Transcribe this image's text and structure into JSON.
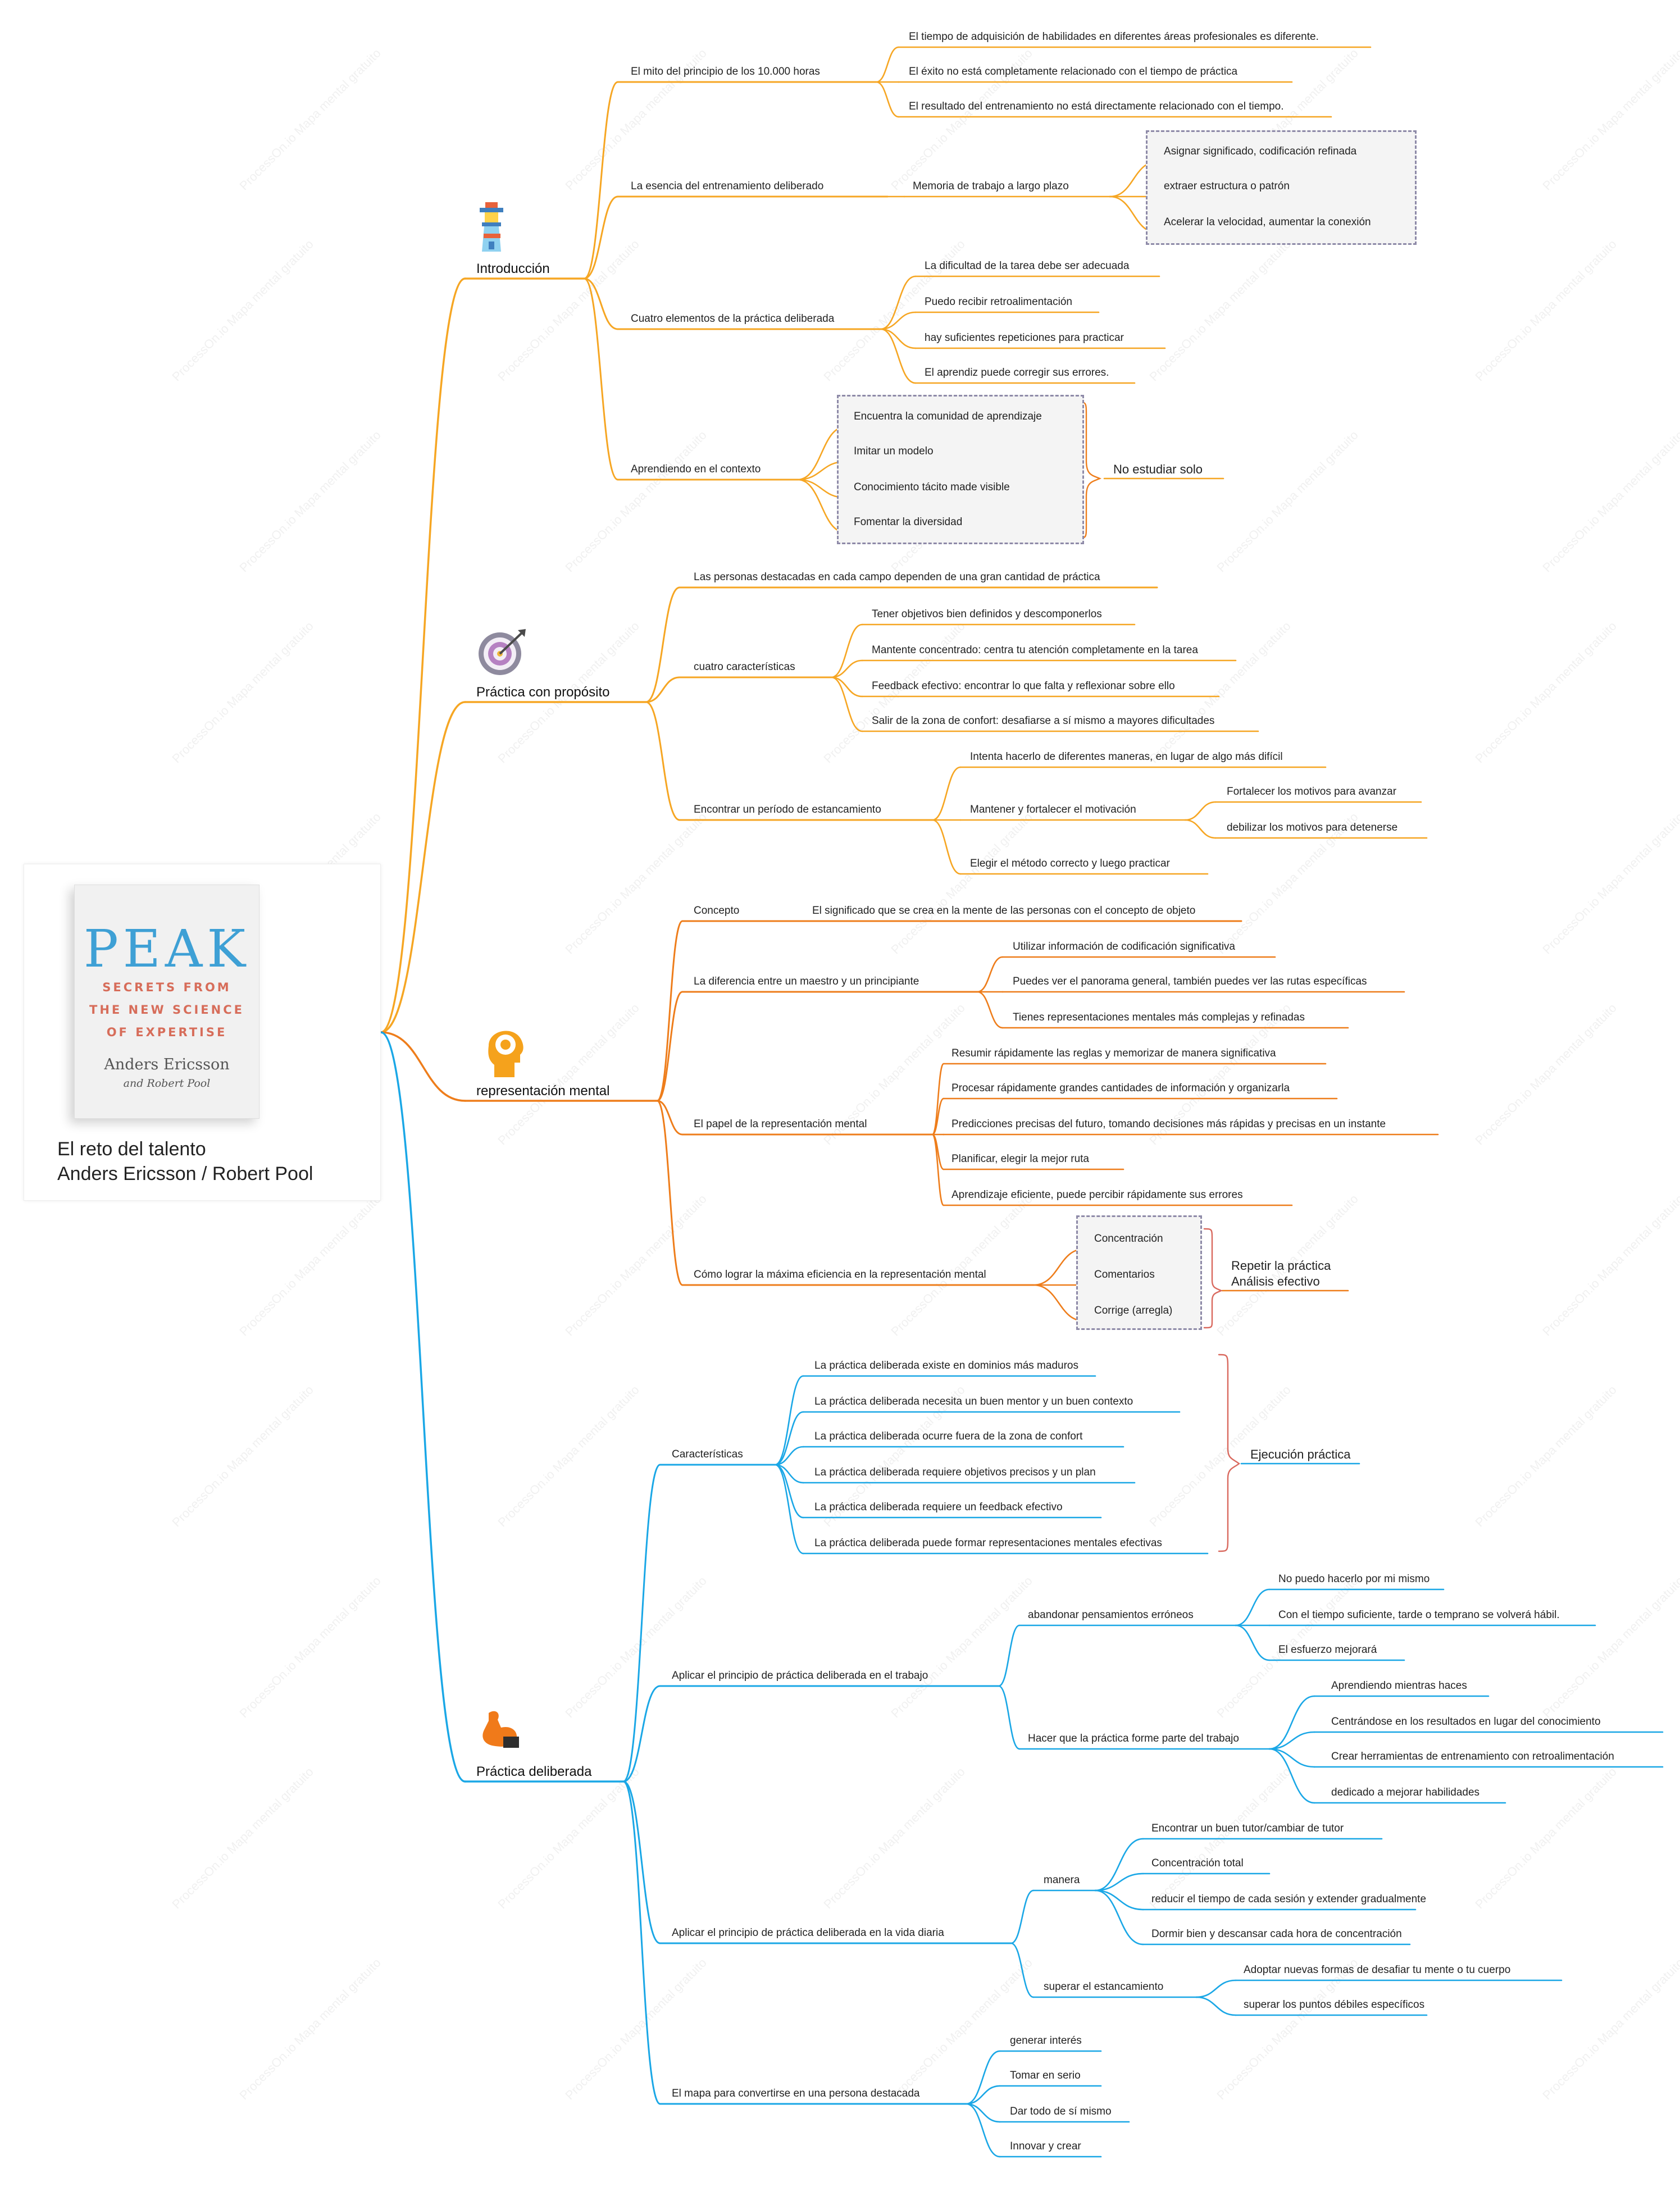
{
  "root": {
    "book_cover": {
      "title": "PEAK",
      "subtitle_lines": [
        "SECRETS FROM",
        "THE NEW SCIENCE",
        "OF EXPERTISE"
      ],
      "author1": "Anders Ericsson",
      "author2": "and Robert Pool"
    },
    "title_line1": "El reto del talento",
    "title_line2": "Anders Ericsson / Robert Pool"
  },
  "colors": {
    "orange": "#F6A623",
    "deep_orange": "#EE7D1B",
    "blue": "#1AA7E6",
    "dash": "#8E8AA8",
    "bracket": "#D9695E"
  },
  "watermark": "ProcessOn.io Mapa mental gratuito",
  "branches": {
    "intro": {
      "label": "Introducción",
      "icon": "lighthouse-icon",
      "mito": {
        "label": "El mito del principio de los 10.000 horas",
        "items": [
          "El tiempo de adquisición de habilidades en diferentes áreas profesionales es diferente.",
          "El éxito no está completamente relacionado con el tiempo de práctica",
          "El resultado del entrenamiento no está directamente relacionado con el tiempo."
        ]
      },
      "esencia": {
        "label": "La esencia del entrenamiento deliberado",
        "memoria": "Memoria de trabajo a largo plazo",
        "items": [
          "Asignar significado, codificación refinada",
          "extraer estructura o patrón",
          "Acelerar la velocidad, aumentar la conexión"
        ]
      },
      "cuatro": {
        "label": "Cuatro elementos de la práctica deliberada",
        "items": [
          "La dificultad de la tarea debe ser adecuada",
          "Puedo recibir retroalimentación",
          "hay suficientes repeticiones para practicar",
          "El aprendiz puede corregir sus errores."
        ]
      },
      "contexto": {
        "label": "Aprendiendo en el contexto",
        "items": [
          "Encuentra la comunidad de aprendizaje",
          "Imitar un modelo",
          "Conocimiento tácito made visible",
          "Fomentar la diversidad"
        ],
        "summary": "No estudiar solo"
      }
    },
    "proposito": {
      "label": "Práctica con propósito",
      "icon": "target-icon",
      "destacadas": "Las personas destacadas en cada campo dependen de una gran cantidad de práctica",
      "caracteristicas": {
        "label": "cuatro características",
        "items": [
          "Tener objetivos bien definidos y descomponerlos",
          "Mantente concentrado: centra tu atención completamente en la tarea",
          "Feedback efectivo: encontrar lo que falta y reflexionar sobre ello",
          "Salir de la zona de confort: desafiarse a sí mismo a mayores dificultades"
        ]
      },
      "estancamiento": {
        "label": "Encontrar un período de estancamiento",
        "intenta": "Intenta hacerlo de diferentes maneras, en lugar de algo más difícil",
        "mantener": {
          "label": "Mantener y fortalecer el motivación",
          "items": [
            "Fortalecer los motivos para avanzar",
            "debilizar los motivos para detenerse"
          ]
        },
        "elegir": "Elegir el método correcto y luego practicar"
      }
    },
    "representacion": {
      "label": "representación mental",
      "icon": "head-icon",
      "concepto": {
        "label": "Concepto",
        "value": "El significado que se crea en la mente de las personas con el concepto de objeto"
      },
      "diferencia": {
        "label": "La diferencia entre un maestro y un principiante",
        "items": [
          "Utilizar información de codificación significativa",
          "Puedes ver el panorama general, también puedes ver las rutas específicas",
          "Tienes representaciones mentales más complejas y refinadas"
        ]
      },
      "papel": {
        "label": "El papel de la representación mental",
        "items": [
          "Resumir rápidamente las reglas y memorizar de manera significativa",
          "Procesar rápidamente grandes cantidades de información y organizarla",
          "Predicciones precisas del futuro, tomando decisiones más rápidas y precisas en un instante",
          "Planificar, elegir la mejor ruta",
          "Aprendizaje eficiente, puede percibir rápidamente sus errores"
        ]
      },
      "eficiencia": {
        "label": "Cómo lograr la máxima eficiencia en la representación mental",
        "items": [
          "Concentración",
          "Comentarios",
          "Corrige (arregla)"
        ],
        "summary_line1": "Repetir la práctica",
        "summary_line2": "Análisis efectivo"
      }
    },
    "deliberada": {
      "label": "Práctica deliberada",
      "icon": "flexed-arm-icon",
      "caracteristicas": {
        "label": "Características",
        "items": [
          "La práctica deliberada existe en dominios más maduros",
          "La práctica deliberada necesita un buen mentor y un buen contexto",
          "La práctica deliberada ocurre fuera de la zona de confort",
          "La práctica deliberada requiere objetivos precisos y un plan",
          "La práctica deliberada requiere un feedback efectivo",
          "La práctica deliberada puede formar representaciones mentales efectivas"
        ],
        "summary": "Ejecución práctica"
      },
      "trabajo": {
        "label": "Aplicar el principio de práctica deliberada en el trabajo",
        "abandonar": {
          "label": "abandonar pensamientos erróneos",
          "items": [
            "No puedo hacerlo por mi mismo",
            "Con el tiempo suficiente, tarde o temprano se volverá hábil.",
            "El esfuerzo mejorará"
          ]
        },
        "hacer": {
          "label": "Hacer que la práctica forme parte del trabajo",
          "items": [
            "Aprendiendo mientras haces",
            "Centrándose en los resultados en lugar del conocimiento",
            "Crear herramientas de entrenamiento con retroalimentación",
            "dedicado a mejorar habilidades"
          ]
        }
      },
      "vida": {
        "label": "Aplicar el principio de práctica deliberada en la vida diaria",
        "manera": {
          "label": "manera",
          "items": [
            "Encontrar un buen tutor/cambiar de tutor",
            "Concentración total",
            "reducir el tiempo de cada sesión y extender gradualmente",
            "Dormir bien y descansar cada hora de concentración"
          ]
        },
        "superar": {
          "label": "superar el estancamiento",
          "items": [
            "Adoptar nuevas formas de desafiar tu mente o tu cuerpo",
            "superar los puntos débiles específicos"
          ]
        }
      },
      "mapa": {
        "label": "El mapa para convertirse en una persona destacada",
        "items": [
          "generar interés",
          "Tomar en serio",
          "Dar todo de sí mismo",
          "Innovar y crear"
        ]
      }
    }
  }
}
